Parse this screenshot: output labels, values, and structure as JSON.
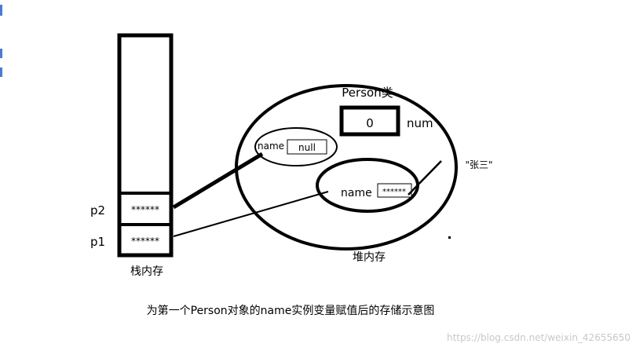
{
  "stack": {
    "label": "栈内存",
    "slots": [
      {
        "name": "p2",
        "value": "******"
      },
      {
        "name": "p1",
        "value": "******"
      }
    ]
  },
  "heap": {
    "label": "堆内存",
    "class_label": "Person类",
    "num_value": "0",
    "num_label": "num",
    "obj1": {
      "field": "name",
      "value": "null"
    },
    "obj2": {
      "field": "name",
      "value": "******"
    },
    "string_value": "\"张三\""
  },
  "caption": "为第一个Person对象的name实例变量赋值后的存储示意图",
  "watermark": "https://blog.csdn.net/weixin_42655650"
}
